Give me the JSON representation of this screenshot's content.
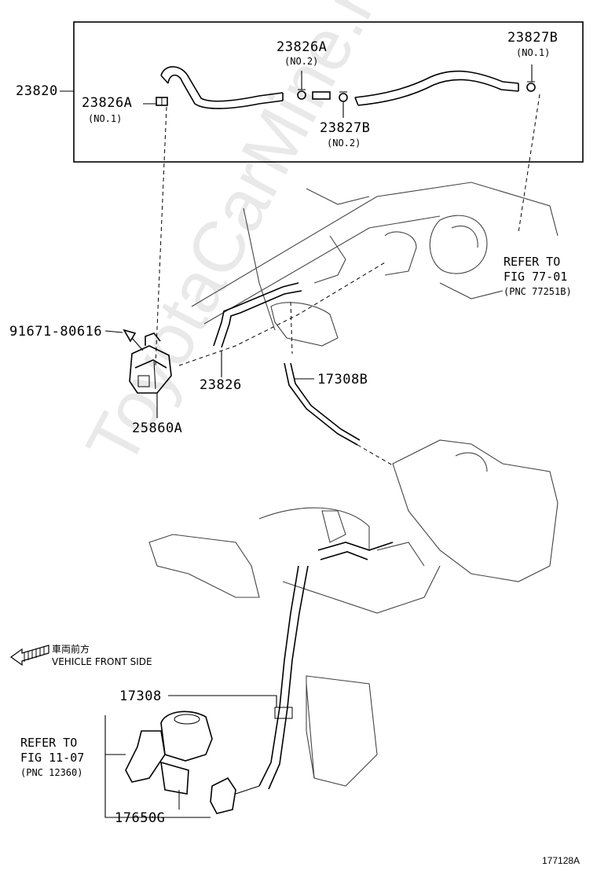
{
  "diagram_code": "177128A",
  "watermark": "ToyotaCarMine.ru",
  "direction_note": {
    "jp": "車両前方",
    "en": "VEHICLE FRONT SIDE"
  },
  "callouts": {
    "c23820": "23820",
    "c23826A_1": {
      "code": "23826A",
      "sub": "(NO.1)"
    },
    "c23826A_2": {
      "code": "23826A",
      "sub": "(NO.2)"
    },
    "c23827B_1": {
      "code": "23827B",
      "sub": "(NO.1)"
    },
    "c23827B_2": {
      "code": "23827B",
      "sub": "(NO.2)"
    },
    "c91671": "91671-80616",
    "c23826": "23826",
    "c17308B": "17308B",
    "c25860A": "25860A",
    "c17308": "17308",
    "c17650G": "17650G"
  },
  "refs": {
    "ref77": {
      "line1": "REFER TO",
      "line2": "FIG 77-01",
      "pnc": "(PNC 77251B)"
    },
    "ref11": {
      "line1": "REFER TO",
      "line2": "FIG 11-07",
      "pnc": "(PNC 12360)"
    }
  }
}
